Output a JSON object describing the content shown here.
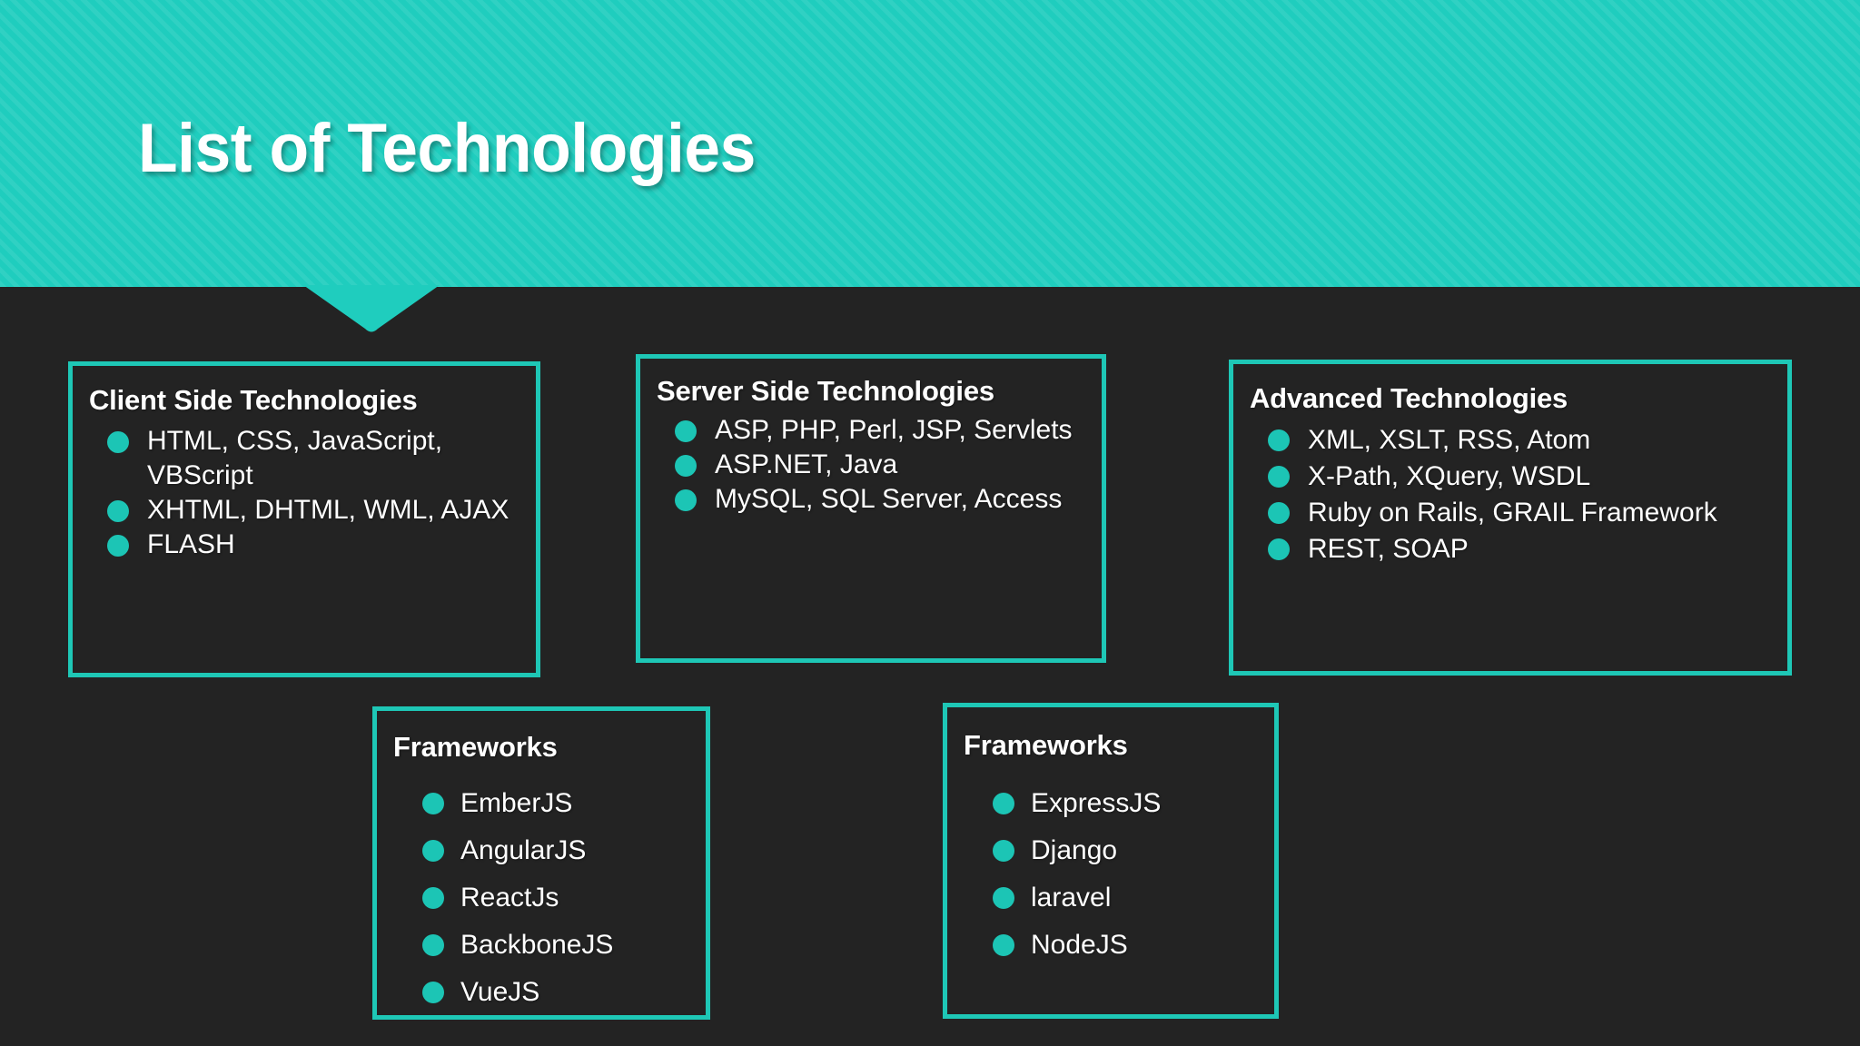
{
  "theme": {
    "accent": "#1ec7b6",
    "header_bg": "#1fcdbe",
    "slide_bg": "#232323",
    "text": "#ffffff",
    "bullet": "#1cc5b5"
  },
  "header": {
    "title": "List of Technologies"
  },
  "cards": [
    {
      "id": "client",
      "title": "Client Side Technologies",
      "items": [
        "HTML, CSS, JavaScript, VBScript",
        "XHTML, DHTML, WML, AJAX",
        "FLASH"
      ]
    },
    {
      "id": "server",
      "title": "Server Side Technologies",
      "items": [
        "ASP, PHP, Perl, JSP, Servlets",
        "ASP.NET, Java",
        "MySQL, SQL Server, Access"
      ]
    },
    {
      "id": "advanced",
      "title": "Advanced Technologies",
      "items": [
        "XML, XSLT, RSS, Atom",
        "X-Path, XQuery, WSDL",
        "Ruby on Rails, GRAIL Framework",
        "REST, SOAP"
      ]
    },
    {
      "id": "frameworks-left",
      "title": "Frameworks",
      "items": [
        "EmberJS",
        "AngularJS",
        "ReactJs",
        "BackboneJS",
        "VueJS"
      ]
    },
    {
      "id": "frameworks-right",
      "title": "Frameworks",
      "items": [
        "ExpressJS",
        "Django",
        "laravel",
        "NodeJS"
      ]
    }
  ]
}
